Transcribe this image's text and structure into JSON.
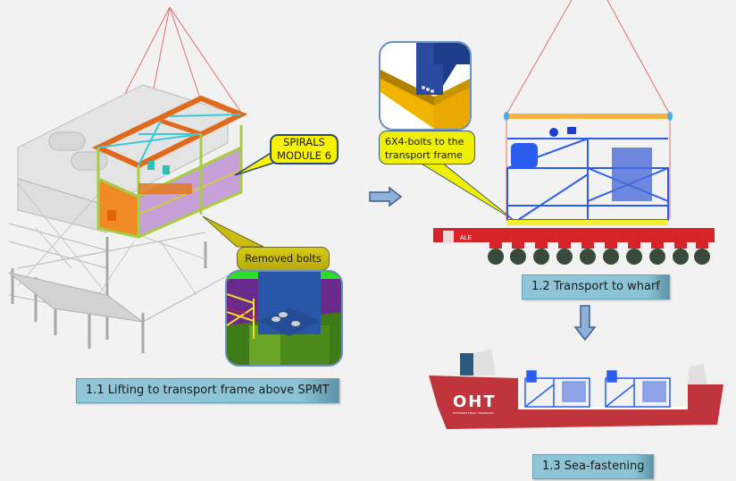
{
  "stages": [
    {
      "id": "1.1",
      "label": "1.1 Lifting to transport frame above SPMT"
    },
    {
      "id": "1.2",
      "label": "1.2 Transport to wharf"
    },
    {
      "id": "1.3",
      "label": "1.3 Sea-fastening"
    }
  ],
  "callouts": {
    "module": "SPIRALS MODULE 6",
    "module_line1": "SPIRALS",
    "module_line2": "MODULE 6",
    "removed_bolts": "Removed bolts",
    "bolts_line1": "6X4-bolts to the",
    "bolts_line2": "transport frame"
  },
  "ship": {
    "brand": "OHT",
    "brand_subtitle": "OFFSHORE HEAVY TRANSPORT"
  },
  "spmt": {
    "brand": "ALE"
  },
  "arrows": [
    {
      "direction": "right",
      "from": "1.1",
      "to": "1.2"
    },
    {
      "direction": "down",
      "from": "1.2",
      "to": "1.3"
    }
  ],
  "colors": {
    "background": "#f2f2f2",
    "label_fill": "#8cc3d5",
    "callout_yellow": "#f7f300",
    "callout_olive": "#c9bb12",
    "arrow_fill": "#8fb0d8",
    "arrow_stroke": "#3d5f8c",
    "lift_line": "#e05050",
    "module_frame": "#b3d24a",
    "spreader_orange": "#e06a1c",
    "module_blue": "#2a5cf0",
    "ship_red": "#c0353b",
    "spmt_red": "#d8232b"
  }
}
